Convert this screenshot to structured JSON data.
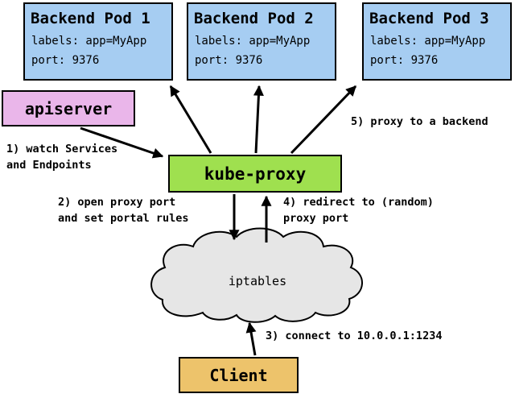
{
  "pods": [
    {
      "title": "Backend Pod 1",
      "labels_line": "labels: app=MyApp",
      "port_line": "port: 9376"
    },
    {
      "title": "Backend Pod 2",
      "labels_line": "labels: app=MyApp",
      "port_line": "port: 9376"
    },
    {
      "title": "Backend Pod 3",
      "labels_line": "labels: app=MyApp",
      "port_line": "port: 9376"
    }
  ],
  "nodes": {
    "apiserver": "apiserver",
    "kube_proxy": "kube-proxy",
    "iptables": "iptables",
    "client": "Client"
  },
  "steps": {
    "step1": "1) watch Services\nand Endpoints",
    "step2": "2) open proxy port\nand set portal rules",
    "step3": "3) connect to 10.0.0.1:1234",
    "step4": "4) redirect to (random)\nproxy port",
    "step5": "5) proxy to a backend"
  },
  "colors": {
    "pod_fill": "#a6cdf2",
    "apiserver_fill": "#eab6ea",
    "kube_proxy_fill": "#9fe04f",
    "iptables_fill": "#e6e6e6",
    "client_fill": "#edc36b",
    "border": "#000000"
  }
}
